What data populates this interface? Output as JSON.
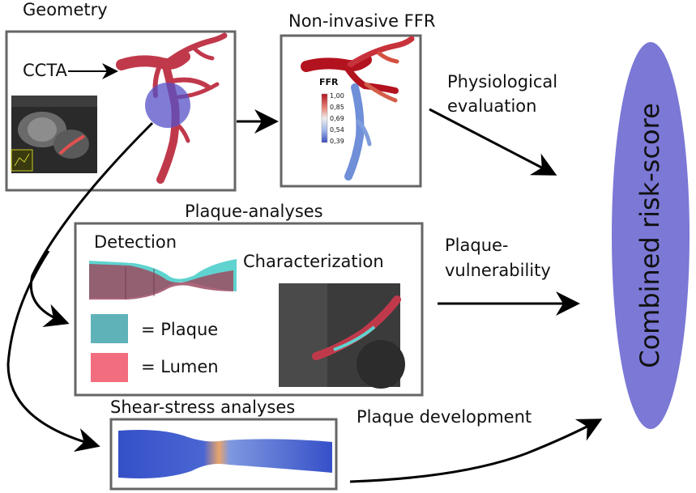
{
  "labels": {
    "geometry": "Geometry",
    "ccta": "CCTA",
    "ffr_title": "Non-invasive FFR",
    "physiological_line1": "Physiological",
    "physiological_line2": "evaluation",
    "plaque_analyses": "Plaque-analyses",
    "detection": "Detection",
    "characterization": "Characterization",
    "plaque_legend": "= Plaque",
    "lumen_legend": "= Lumen",
    "vulnerability_line1": "Plaque-",
    "vulnerability_line2": "vulnerability",
    "shear_stress": "Shear-stress analyses",
    "plaque_development": "Plaque development",
    "risk_score": "Combined risk-score"
  },
  "ffr_legend": {
    "title": "FFR",
    "ticks": [
      "1,00",
      "0,85",
      "0,69",
      "0,54",
      "0,39"
    ]
  },
  "colors": {
    "box_border": "#666666",
    "vessel_red": "#c0394b",
    "ffr_blue": "#6f8fd8",
    "plaque_cyan": "#5fd3cf",
    "plaque_legend": "#5fb3b8",
    "lumen_legend": "#f26d7d",
    "risk_ellipse": "#7b78d6",
    "arrow": "#000000"
  },
  "icons": {
    "ct_scan": "ct-scan-image",
    "coronary_tree": "coronary-tree-icon",
    "risk_ellipse": "ellipse-shape"
  }
}
